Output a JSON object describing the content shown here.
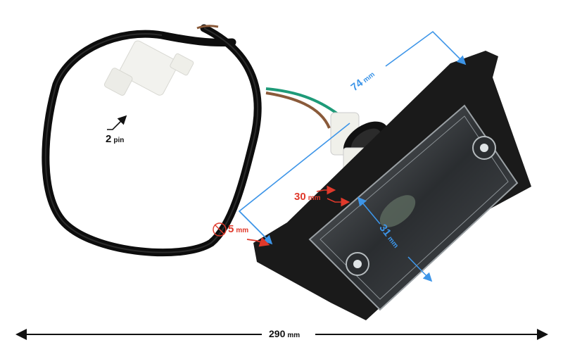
{
  "image": {
    "subject": "motorcycle/scooter license plate LED light with wiring harness and 2-pin connector",
    "background": "#ffffff"
  },
  "annotations": {
    "connector": {
      "value": "2",
      "unit": "pin",
      "color": "#111111"
    },
    "length_top": {
      "value": "74",
      "unit": "mm",
      "color": "#3d95e8"
    },
    "socket_height": {
      "value": "30",
      "unit": "mm",
      "color": "#e0392b"
    },
    "hole_diameter": {
      "symbol": "⌀",
      "value": "5",
      "unit": "mm",
      "color": "#e0392b"
    },
    "width_lens": {
      "value": "31",
      "unit": "mm",
      "color": "#3d95e8"
    },
    "cable_length": {
      "value": "290",
      "unit": "mm",
      "color": "#111111"
    }
  },
  "colors": {
    "cable": "#0d0d0d",
    "wire_green": "#1e9a78",
    "wire_brown": "#8a5a3a",
    "connector": "#f2f2ee",
    "housing": "#1a1a1a",
    "lens": "#3a3d40"
  }
}
